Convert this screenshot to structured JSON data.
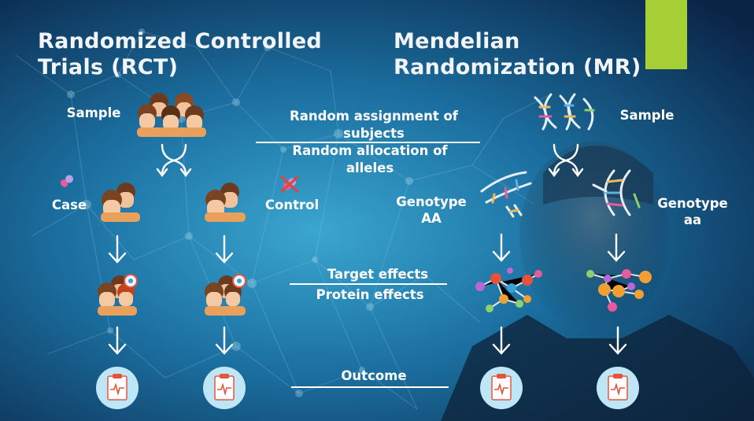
{
  "slide": {
    "rct_title": "Randomized Controlled Trials (RCT)",
    "mr_title": "Mendelian Randomization (MR)",
    "rct_sample_label": "Sample",
    "case_label": "Case",
    "control_label": "Control",
    "mr_sample_label": "Sample",
    "genotype_AA_label": "Genotype AA",
    "genotype_aa_label": "Genotype aa",
    "middle_labels": {
      "random_assignment": "Random assignment of subjects",
      "random_allocation": "Random allocation of alleles",
      "target_effects": "Target effects",
      "protein_effects": "Protein effects",
      "outcome": "Outcome"
    }
  },
  "colors": {
    "background_dark": "#0a2b52",
    "background_light": "#2a8fb8",
    "accent": "#a6cf36",
    "clipboard_circle": "#bfe6f6",
    "clipboard_red": "#e5533b"
  },
  "icons": [
    "people-icon",
    "pill-icon",
    "no-pill-icon",
    "dna-icon",
    "molecule-icon",
    "clipboard-icon",
    "down-arrow-icon",
    "split-arrow-icon",
    "gear-badge-icon"
  ]
}
